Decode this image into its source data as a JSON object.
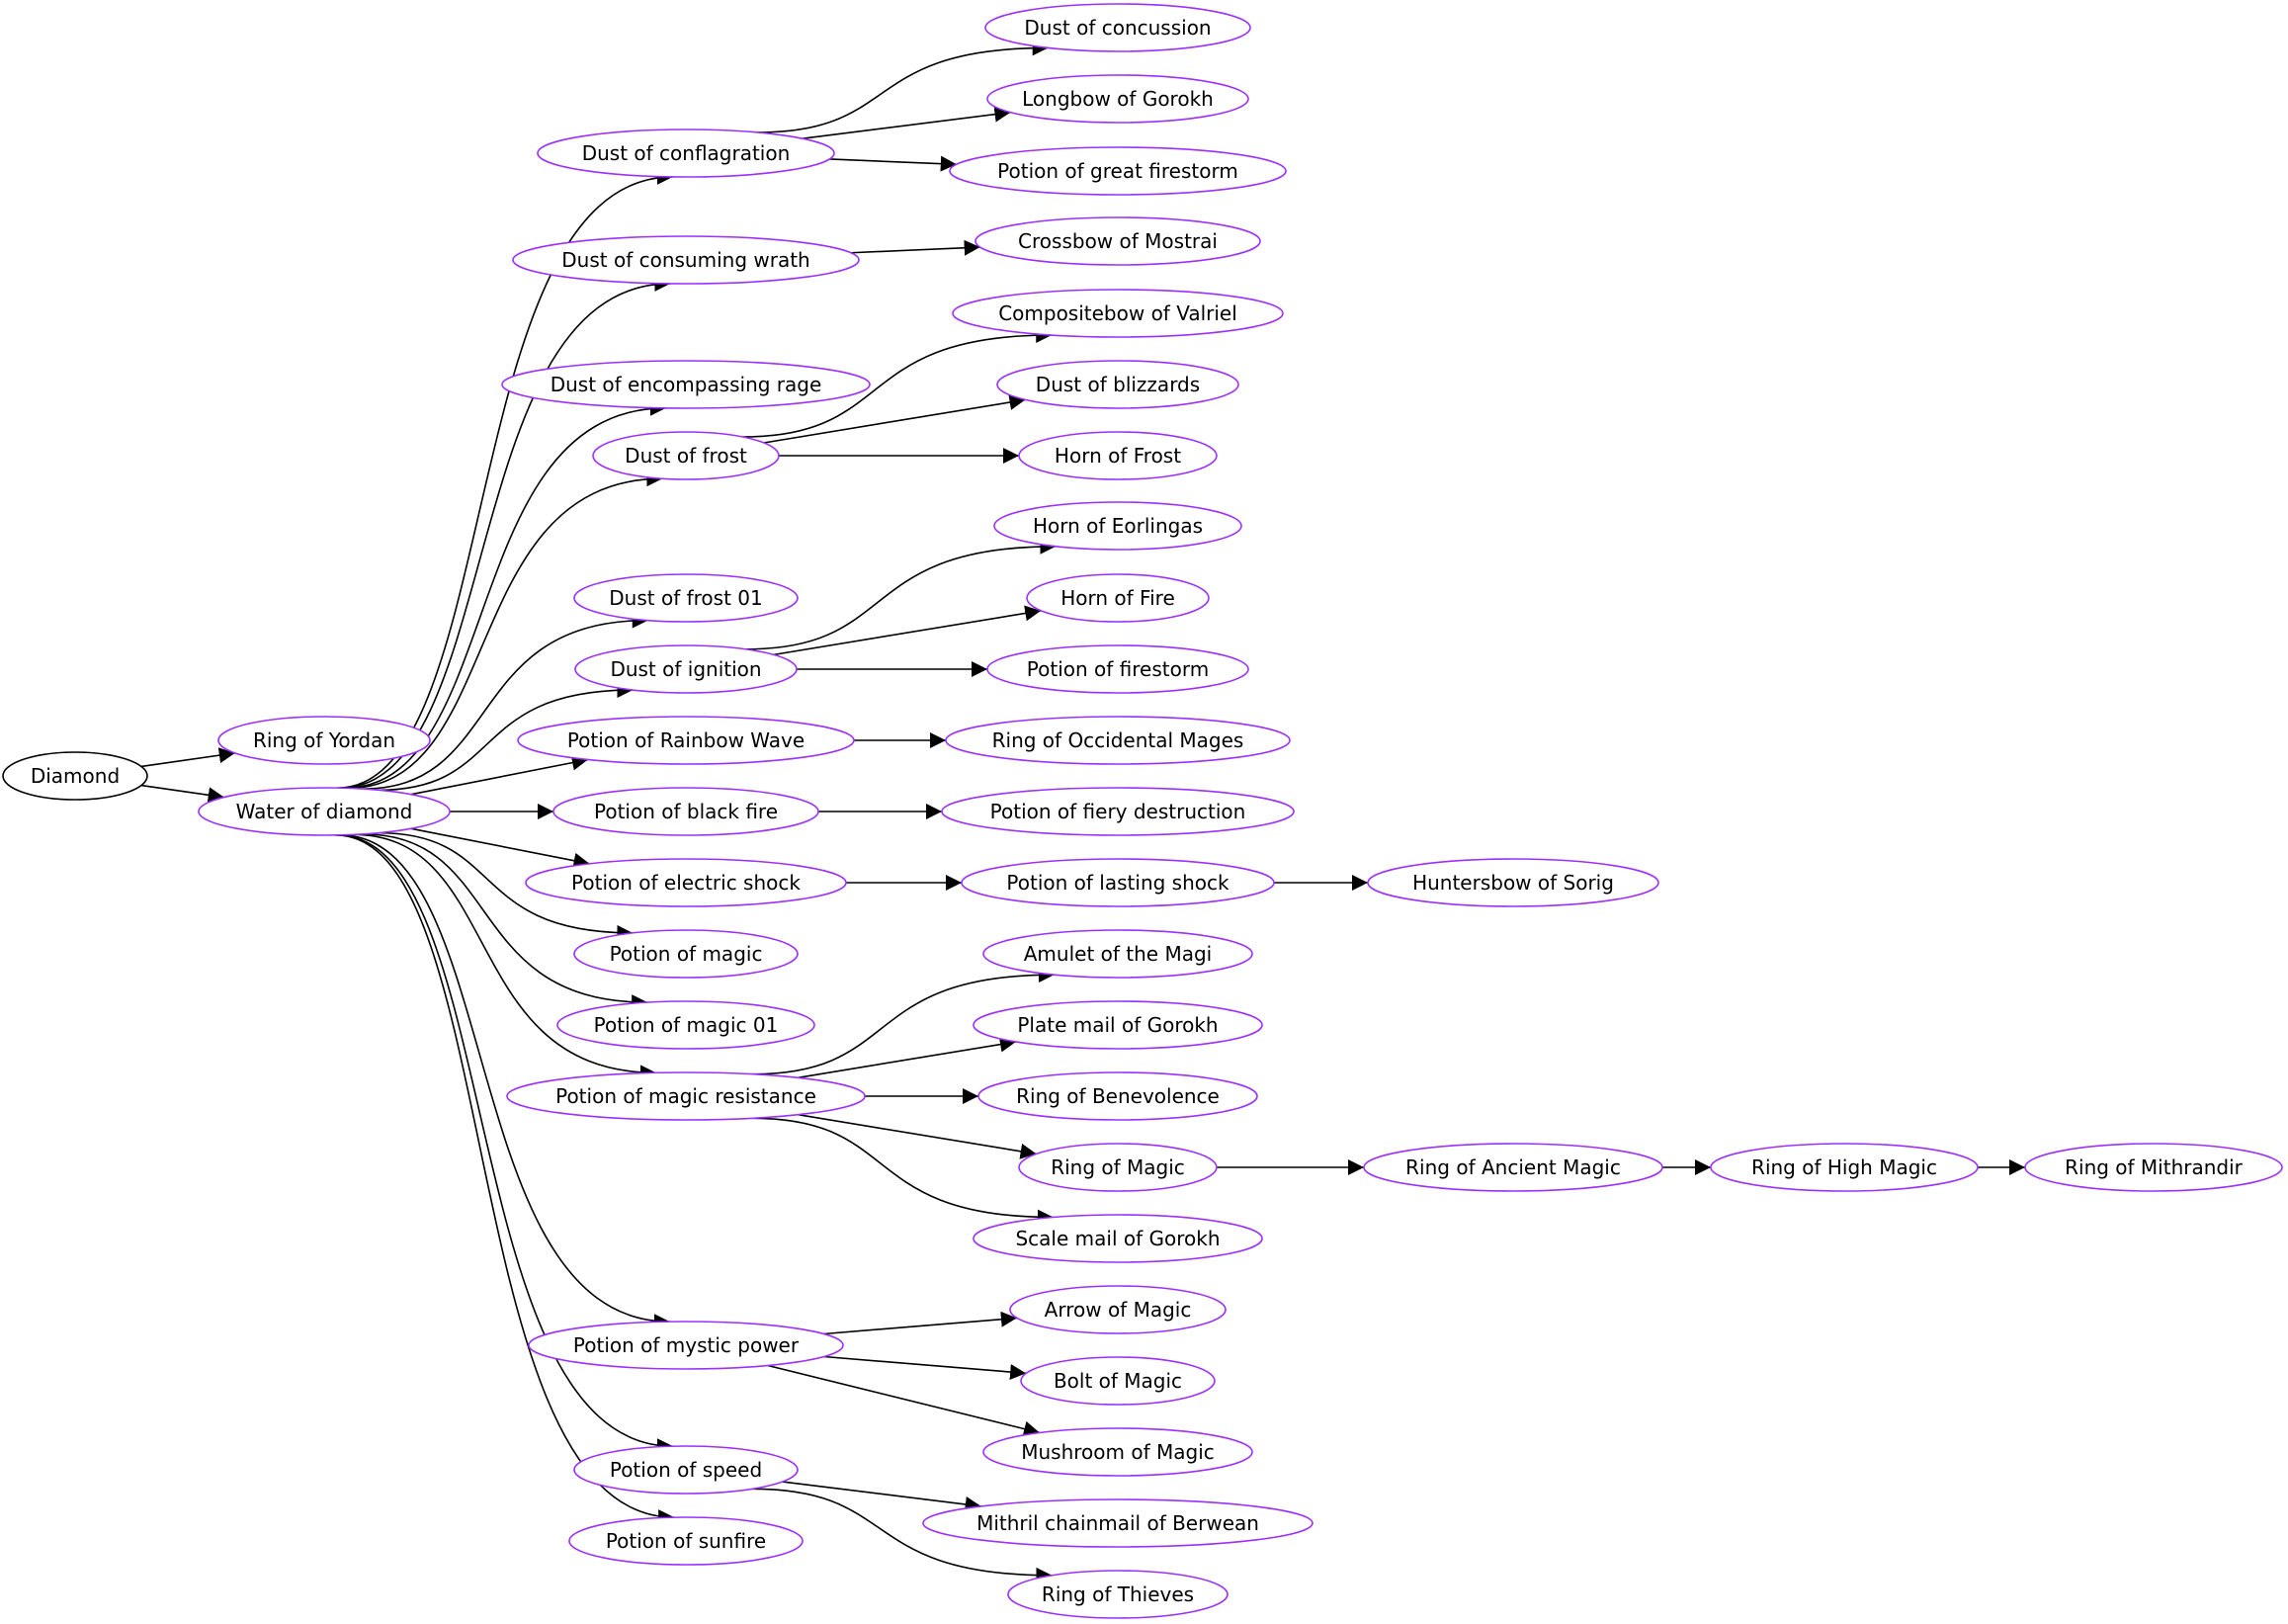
{
  "colors": {
    "root_stroke": "#000000",
    "node_stroke": "#9b30ff",
    "edge": "#000000",
    "text": "#000000"
  },
  "diagram": {
    "type": "directed-graph",
    "layout": "left-to-right",
    "nodes": [
      {
        "id": "diamond",
        "label": "Diamond",
        "root": true
      },
      {
        "id": "ring_yordan",
        "label": "Ring of Yordan"
      },
      {
        "id": "water",
        "label": "Water of diamond"
      },
      {
        "id": "dust_confl",
        "label": "Dust of conflagration"
      },
      {
        "id": "dust_consum",
        "label": "Dust of consuming wrath"
      },
      {
        "id": "dust_encomp",
        "label": "Dust of encompassing rage"
      },
      {
        "id": "dust_frost",
        "label": "Dust of frost"
      },
      {
        "id": "dust_frost01",
        "label": "Dust of frost 01"
      },
      {
        "id": "dust_ign",
        "label": "Dust of ignition"
      },
      {
        "id": "pot_rainbow",
        "label": "Potion of Rainbow Wave"
      },
      {
        "id": "pot_blackfire",
        "label": "Potion of black fire"
      },
      {
        "id": "pot_elec",
        "label": "Potion of electric shock"
      },
      {
        "id": "pot_magic",
        "label": "Potion of magic"
      },
      {
        "id": "pot_magic01",
        "label": "Potion of magic 01"
      },
      {
        "id": "pot_magres",
        "label": "Potion of magic resistance"
      },
      {
        "id": "pot_mystic",
        "label": "Potion of mystic power"
      },
      {
        "id": "pot_speed",
        "label": "Potion of speed"
      },
      {
        "id": "pot_sunfire",
        "label": "Potion of sunfire"
      },
      {
        "id": "dust_concussion",
        "label": "Dust of concussion"
      },
      {
        "id": "longbow",
        "label": "Longbow of Gorokh"
      },
      {
        "id": "pot_great_firestorm",
        "label": "Potion of great firestorm"
      },
      {
        "id": "crossbow",
        "label": "Crossbow of Mostrai"
      },
      {
        "id": "compositebow",
        "label": "Compositebow of Valriel"
      },
      {
        "id": "dust_blizzards",
        "label": "Dust of blizzards"
      },
      {
        "id": "horn_frost",
        "label": "Horn of Frost"
      },
      {
        "id": "horn_eorlingas",
        "label": "Horn of Eorlingas"
      },
      {
        "id": "horn_fire",
        "label": "Horn of Fire"
      },
      {
        "id": "pot_firestorm",
        "label": "Potion of firestorm"
      },
      {
        "id": "ring_occidental",
        "label": "Ring of Occidental Mages"
      },
      {
        "id": "pot_fiery",
        "label": "Potion of fiery destruction"
      },
      {
        "id": "pot_lasting",
        "label": "Potion of lasting shock"
      },
      {
        "id": "huntersbow",
        "label": "Huntersbow of Sorig"
      },
      {
        "id": "amulet",
        "label": "Amulet of the Magi"
      },
      {
        "id": "plate",
        "label": "Plate mail of Gorokh"
      },
      {
        "id": "ring_benev",
        "label": "Ring of Benevolence"
      },
      {
        "id": "ring_magic",
        "label": "Ring of Magic"
      },
      {
        "id": "ring_ancient",
        "label": "Ring of Ancient Magic"
      },
      {
        "id": "ring_high",
        "label": "Ring of High Magic"
      },
      {
        "id": "ring_mith",
        "label": "Ring of Mithrandir"
      },
      {
        "id": "scale",
        "label": "Scale mail of Gorokh"
      },
      {
        "id": "arrow",
        "label": "Arrow of Magic"
      },
      {
        "id": "bolt",
        "label": "Bolt of Magic"
      },
      {
        "id": "mushroom",
        "label": "Mushroom of Magic"
      },
      {
        "id": "mithril",
        "label": "Mithril chainmail of Berwean"
      },
      {
        "id": "ring_thieves",
        "label": "Ring of Thieves"
      }
    ],
    "edges": [
      [
        "diamond",
        "ring_yordan"
      ],
      [
        "diamond",
        "water"
      ],
      [
        "water",
        "dust_confl"
      ],
      [
        "water",
        "dust_consum"
      ],
      [
        "water",
        "dust_encomp"
      ],
      [
        "water",
        "dust_frost"
      ],
      [
        "water",
        "dust_frost01"
      ],
      [
        "water",
        "dust_ign"
      ],
      [
        "water",
        "pot_rainbow"
      ],
      [
        "water",
        "pot_blackfire"
      ],
      [
        "water",
        "pot_elec"
      ],
      [
        "water",
        "pot_magic"
      ],
      [
        "water",
        "pot_magic01"
      ],
      [
        "water",
        "pot_magres"
      ],
      [
        "water",
        "pot_mystic"
      ],
      [
        "water",
        "pot_speed"
      ],
      [
        "water",
        "pot_sunfire"
      ],
      [
        "dust_confl",
        "dust_concussion"
      ],
      [
        "dust_confl",
        "longbow"
      ],
      [
        "dust_confl",
        "pot_great_firestorm"
      ],
      [
        "dust_consum",
        "crossbow"
      ],
      [
        "dust_frost",
        "compositebow"
      ],
      [
        "dust_frost",
        "dust_blizzards"
      ],
      [
        "dust_frost",
        "horn_frost"
      ],
      [
        "dust_ign",
        "horn_eorlingas"
      ],
      [
        "dust_ign",
        "horn_fire"
      ],
      [
        "dust_ign",
        "pot_firestorm"
      ],
      [
        "pot_rainbow",
        "ring_occidental"
      ],
      [
        "pot_blackfire",
        "pot_fiery"
      ],
      [
        "pot_elec",
        "pot_lasting"
      ],
      [
        "pot_lasting",
        "huntersbow"
      ],
      [
        "pot_magres",
        "amulet"
      ],
      [
        "pot_magres",
        "plate"
      ],
      [
        "pot_magres",
        "ring_benev"
      ],
      [
        "pot_magres",
        "ring_magic"
      ],
      [
        "pot_magres",
        "scale"
      ],
      [
        "ring_magic",
        "ring_ancient"
      ],
      [
        "ring_ancient",
        "ring_high"
      ],
      [
        "ring_high",
        "ring_mith"
      ],
      [
        "pot_mystic",
        "arrow"
      ],
      [
        "pot_mystic",
        "bolt"
      ],
      [
        "pot_mystic",
        "mushroom"
      ],
      [
        "pot_speed",
        "mithril"
      ],
      [
        "pot_speed",
        "ring_thieves"
      ]
    ]
  }
}
